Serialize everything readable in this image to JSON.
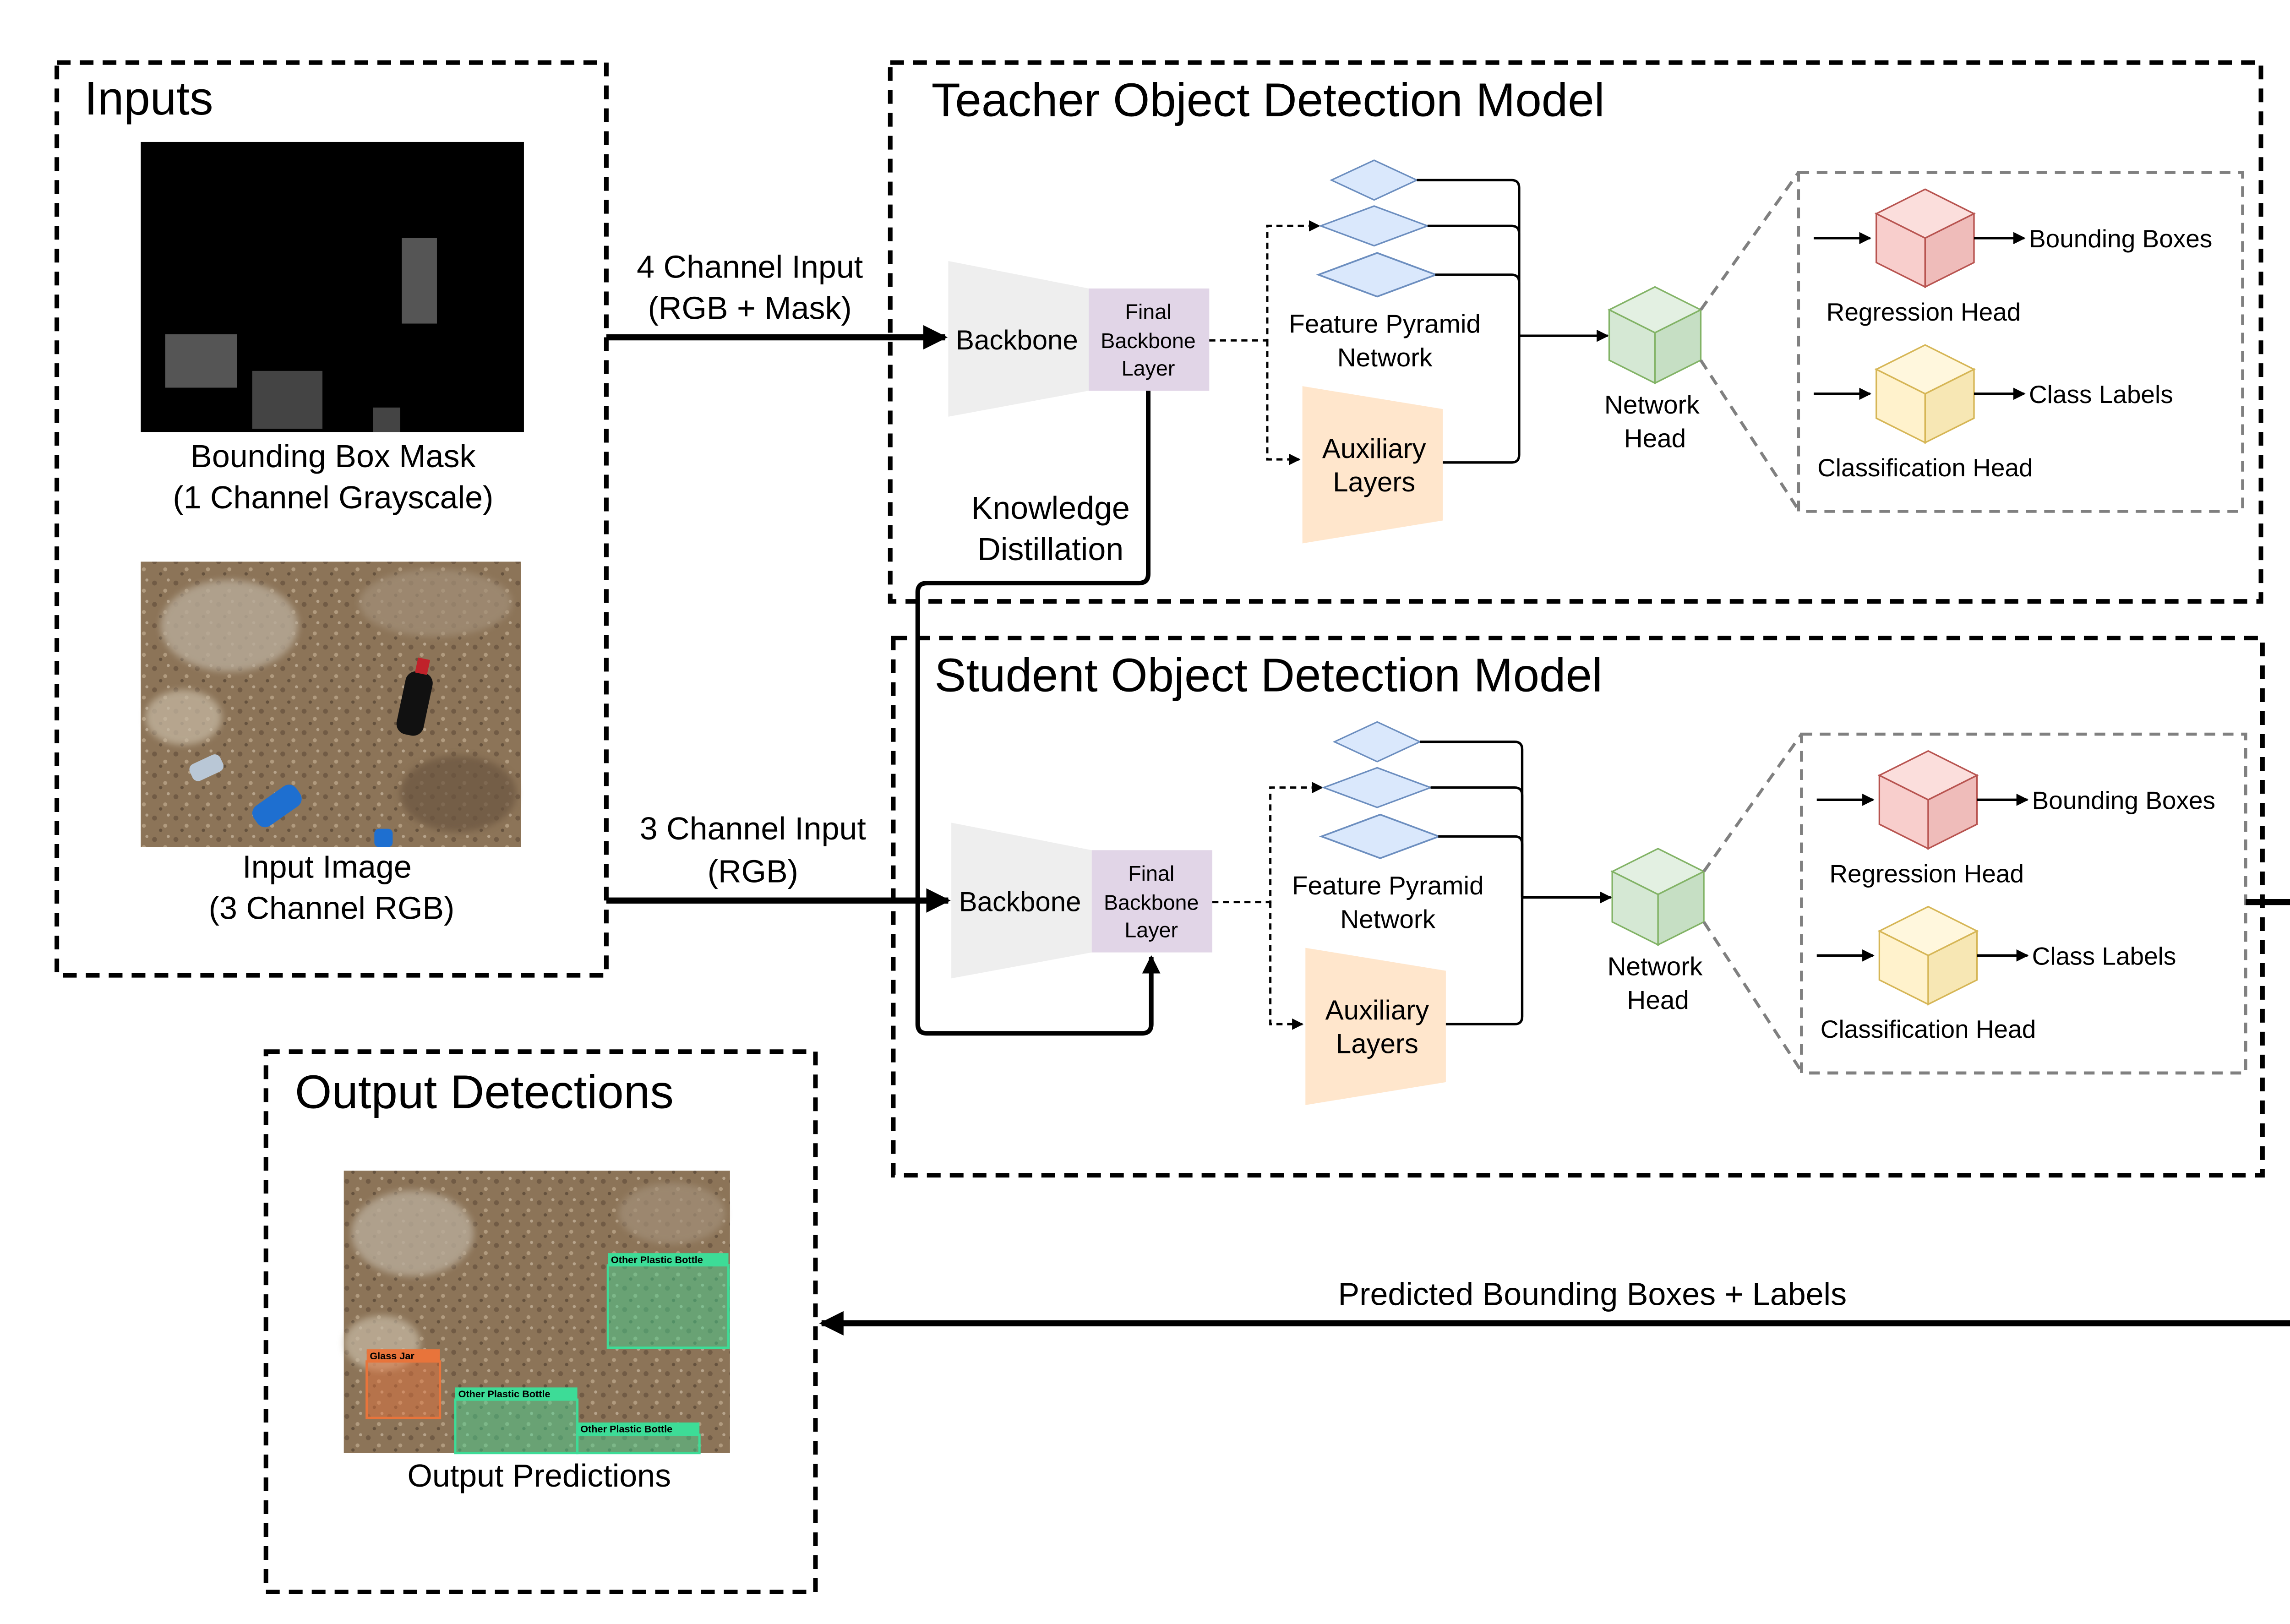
{
  "inputs": {
    "title": "Inputs",
    "mask_caption": [
      "Bounding Box Mask",
      "(1 Channel Grayscale)"
    ],
    "image_caption": [
      "Input Image",
      "(3 Channel RGB)"
    ]
  },
  "teacher": {
    "title": "Teacher Object Detection Model",
    "input_label": [
      "4 Channel Input",
      "(RGB + Mask)"
    ],
    "backbone": "Backbone",
    "final_backbone": [
      "Final",
      "Backbone",
      "Layer"
    ],
    "fpn": [
      "Feature Pyramid",
      "Network"
    ],
    "aux": [
      "Auxiliary",
      "Layers"
    ],
    "network_head": [
      "Network",
      "Head"
    ],
    "regression_head": "Regression Head",
    "bounding_boxes": "Bounding Boxes",
    "classification_head": "Classification Head",
    "class_labels": "Class Labels"
  },
  "student": {
    "title": "Student Object Detection Model",
    "input_label": [
      "3 Channel Input",
      "(RGB)"
    ],
    "backbone": "Backbone",
    "final_backbone": [
      "Final",
      "Backbone",
      "Layer"
    ],
    "fpn": [
      "Feature Pyramid",
      "Network"
    ],
    "aux": [
      "Auxiliary",
      "Layers"
    ],
    "network_head": [
      "Network",
      "Head"
    ],
    "regression_head": "Regression Head",
    "bounding_boxes": "Bounding Boxes",
    "classification_head": "Classification Head",
    "class_labels": "Class Labels"
  },
  "knowledge_distillation": [
    "Knowledge",
    "Distillation"
  ],
  "output": {
    "title": "Output Detections",
    "caption": "Output Predictions",
    "detections": [
      "Other Plastic Bottle",
      "Glass Jar",
      "Other Plastic Bottle",
      "Other Plastic Bottle"
    ]
  },
  "predicted_label": "Predicted Bounding Boxes + Labels",
  "colors": {
    "backbone": "#eeeeee",
    "final_backbone": "#e1d5e7",
    "fpn": "#dae8fc",
    "fpn_stroke": "#6c8ebf",
    "aux": "#ffe6cc",
    "network_head": "#d5e8d4",
    "regression_cube": "#f8cecc",
    "classification_cube": "#fff2cc",
    "gravel": "#8c7458",
    "det_green": "#3ddc97",
    "det_orange": "#e8743b"
  }
}
